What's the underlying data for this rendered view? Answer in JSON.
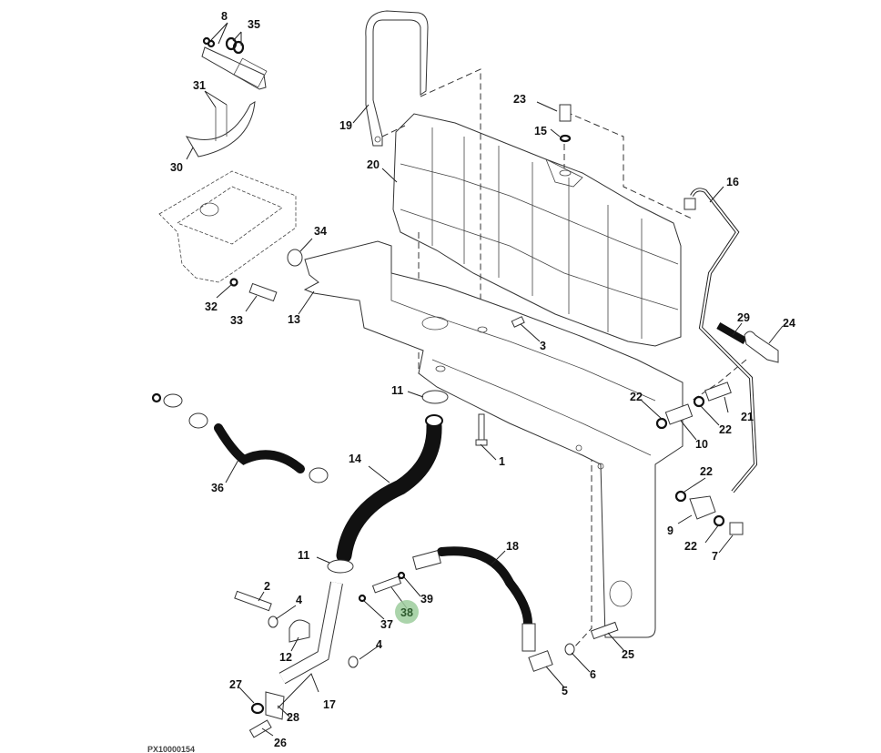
{
  "diagram": {
    "type": "exploded-parts-diagram",
    "subject": "Fuel tank, brackets, hoses and fittings",
    "highlight_color": "#9ccc9c",
    "highlighted_callout": "38",
    "figure_id": "PX10000154",
    "callouts": {
      "c1": "1",
      "c2": "2",
      "c3": "3",
      "c4a": "4",
      "c4b": "4",
      "c5": "5",
      "c6": "6",
      "c7": "7",
      "c8": "8",
      "c9": "9",
      "c10": "10",
      "c11a": "11",
      "c11b": "11",
      "c12": "12",
      "c13": "13",
      "c14": "14",
      "c15": "15",
      "c16": "16",
      "c17": "17",
      "c18": "18",
      "c19": "19",
      "c20": "20",
      "c21": "21",
      "c22a": "22",
      "c22b": "22",
      "c22c": "22",
      "c22d": "22",
      "c23": "23",
      "c24": "24",
      "c25": "25",
      "c26": "26",
      "c27": "27",
      "c28": "28",
      "c29": "29",
      "c30": "30",
      "c31": "31",
      "c32": "32",
      "c33": "33",
      "c34": "34",
      "c35": "35",
      "c36": "36",
      "c37": "37",
      "c38": "38",
      "c39": "39"
    }
  }
}
